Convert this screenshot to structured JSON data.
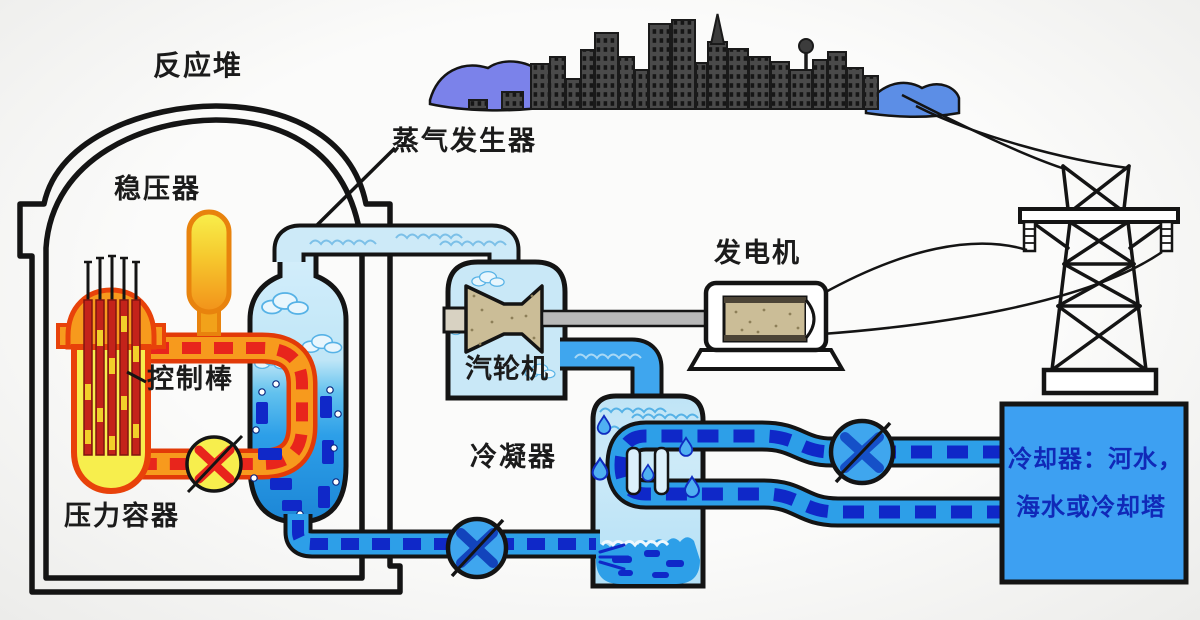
{
  "diagram": {
    "title_context": "pressurized water reactor power plant schematic",
    "labels": {
      "reactor": "反应堆",
      "pressurizer": "稳压器",
      "steam_generator": "蒸气发生器",
      "control_rods": "控制棒",
      "pressure_vessel": "压力容器",
      "turbine": "汽轮机",
      "condenser": "冷凝器",
      "generator": "发电机",
      "cooler_line1": "冷却器：河水，",
      "cooler_line2": "海水或冷却塔"
    },
    "colors": {
      "outline": "#141414",
      "primary_pipe_fill": "#f79a1d",
      "primary_pipe_border": "#e23a08",
      "primary_dash_red": "#e8251c",
      "vessel_yellow": "#f7ee4d",
      "steam_light_blue": "#cdeaf8",
      "cooling_blue": "#2d9fe8",
      "cooling_dash_navy": "#0f28c8",
      "cooler_box_fill": "#3da0f2",
      "cooler_text_navy": "#1029b8",
      "rotor_tan": "#cbbd97",
      "hill_left": "#7b82ea",
      "hill_right": "#5c8ee6"
    }
  }
}
